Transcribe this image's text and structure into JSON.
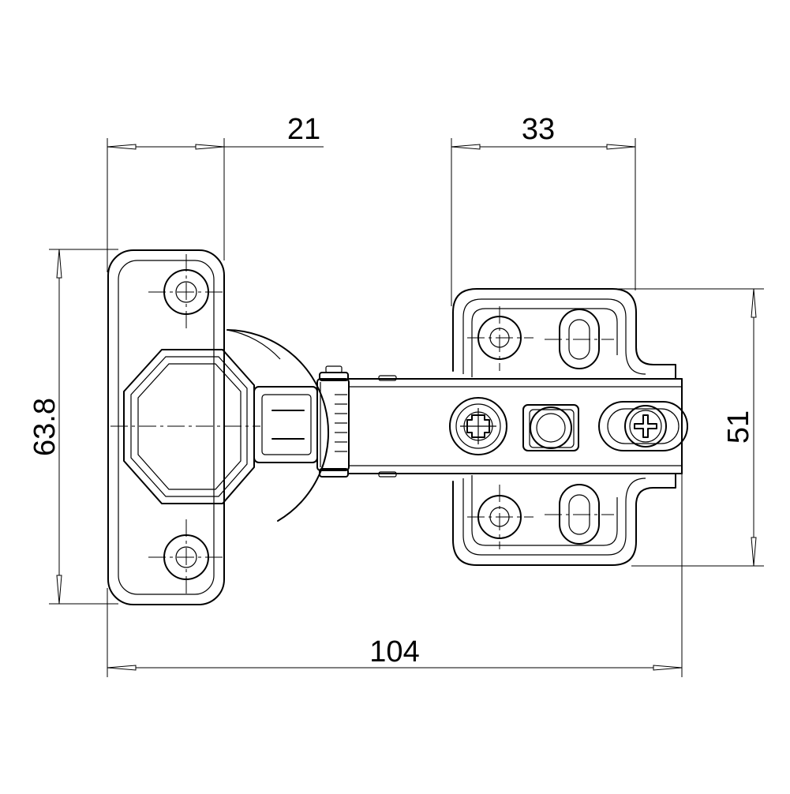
{
  "dimensions": {
    "cup_offset": "21",
    "plate_width": "33",
    "overall_length": "104",
    "cup_height": "63.8",
    "plate_height": "51"
  },
  "colors": {
    "line": "#000000",
    "background": "#ffffff"
  }
}
